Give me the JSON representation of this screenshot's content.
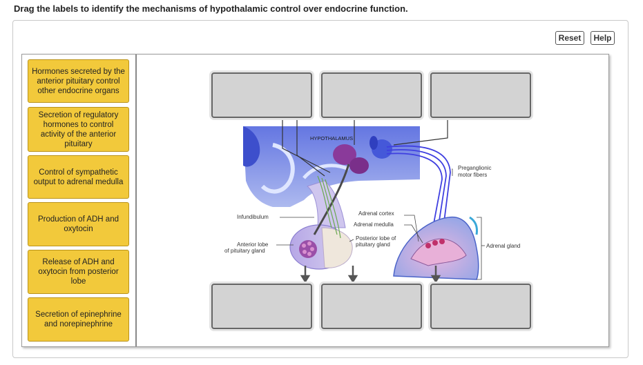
{
  "instructions": "Drag the labels to identify the mechanisms of hypothalamic control over endocrine function.",
  "toolbar": {
    "reset_label": "Reset",
    "help_label": "Help"
  },
  "labels": [
    "Hormones secreted by the anterior pituitary control other endocrine organs",
    "Secretion of regulatory hormones to control activity of the anterior pituitary",
    "Control of sympathetic output to adrenal medulla",
    "Production of ADH and oxytocin",
    "Release of ADH and oxytocin from posterior lobe",
    "Secretion of epinephrine and norepinephrine"
  ],
  "diagram": {
    "hypothalamus": "HYPOTHALAMUS",
    "preganglionic_1": "Preganglionic",
    "preganglionic_2": "motor fibers",
    "infundibulum": "Infundibulum",
    "adrenal_cortex": "Adrenal cortex",
    "adrenal_medulla": "Adrenal medulla",
    "posterior_lobe_1": "Posterior lobe of",
    "posterior_lobe_2": "pituitary gland",
    "anterior_lobe_1": "Anterior lobe",
    "anterior_lobe_2": "of pituitary gland",
    "adrenal_gland": "Adrenal gland"
  }
}
